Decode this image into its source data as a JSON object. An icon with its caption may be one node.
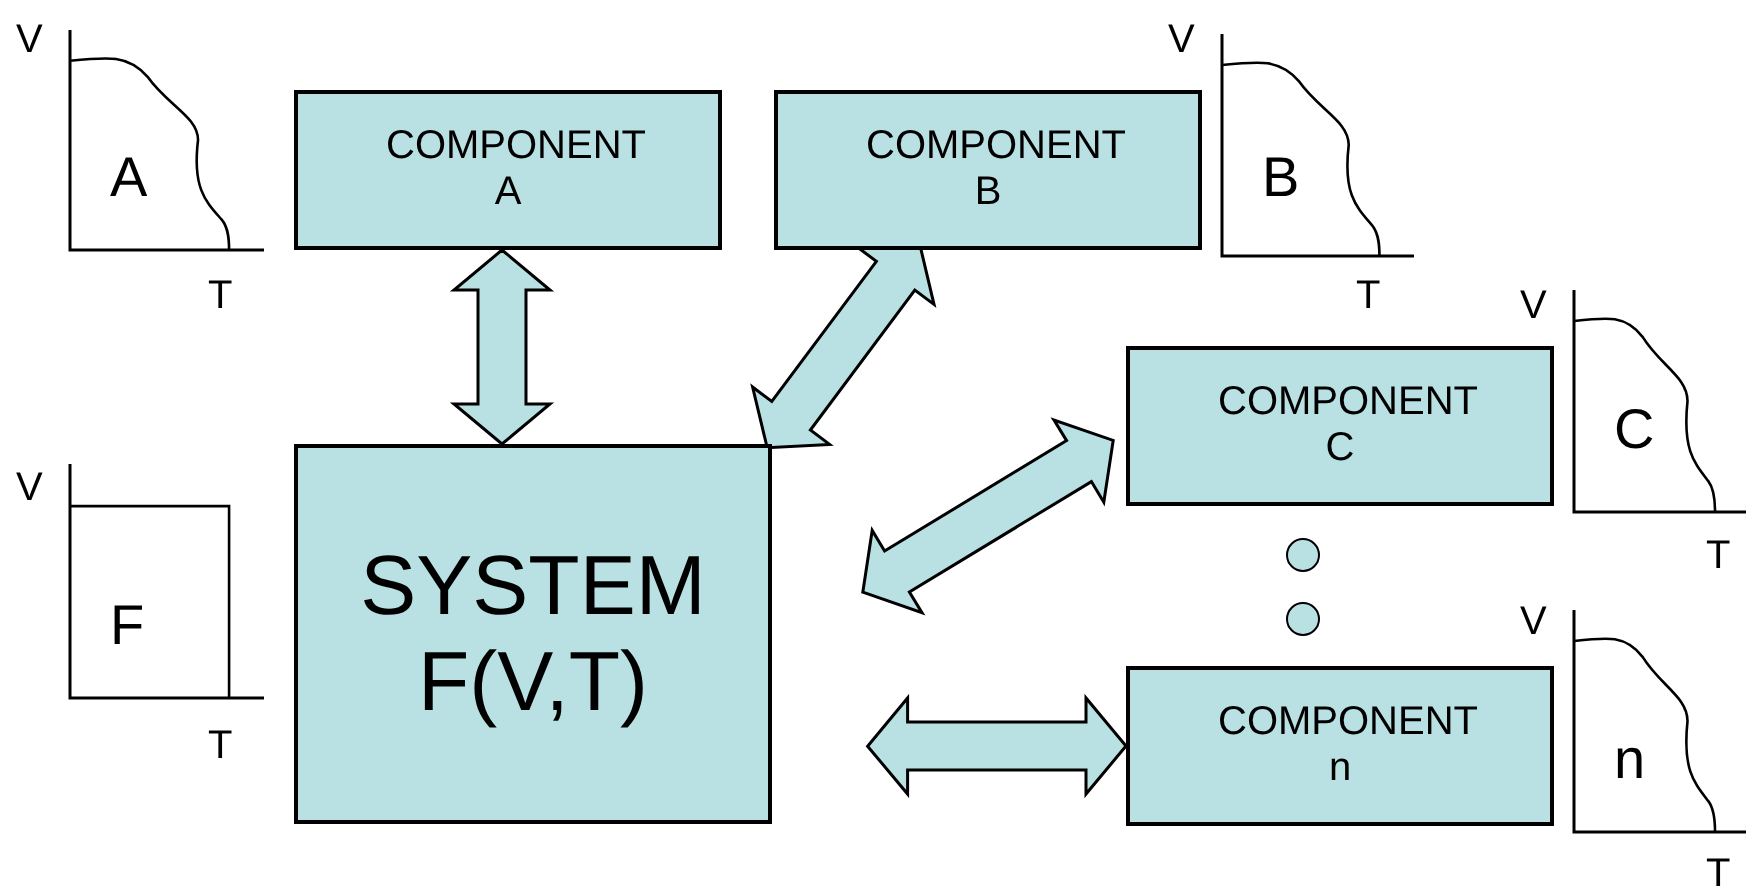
{
  "diagram": {
    "nodes": [
      {
        "text": [
          "COMPONENT A"
        ]
      },
      {
        "text": [
          "COMPONENT B"
        ]
      },
      {
        "text": [
          "SYSTEM F(V,T)"
        ]
      },
      {
        "text": [
          "COMPONENT C"
        ]
      },
      {
        "text": [
          "COMPONENT n"
        ]
      },
      {
        "text": [],
        "shape": "circle"
      },
      {
        "text": [],
        "shape": "circle"
      }
    ],
    "edges": [
      {
        "from": 0,
        "to": 2,
        "arrow": "both"
      },
      {
        "from": 1,
        "to": 2,
        "arrow": "both"
      },
      {
        "from": 2,
        "to": 3,
        "arrow": "both"
      },
      {
        "from": 2,
        "to": 4,
        "arrow": "both"
      }
    ],
    "labels": [
      "V",
      "A",
      "T",
      "V",
      "B",
      "T",
      "V",
      "C",
      "T",
      "V",
      "F",
      "T",
      "V",
      "n",
      "T"
    ]
  }
}
